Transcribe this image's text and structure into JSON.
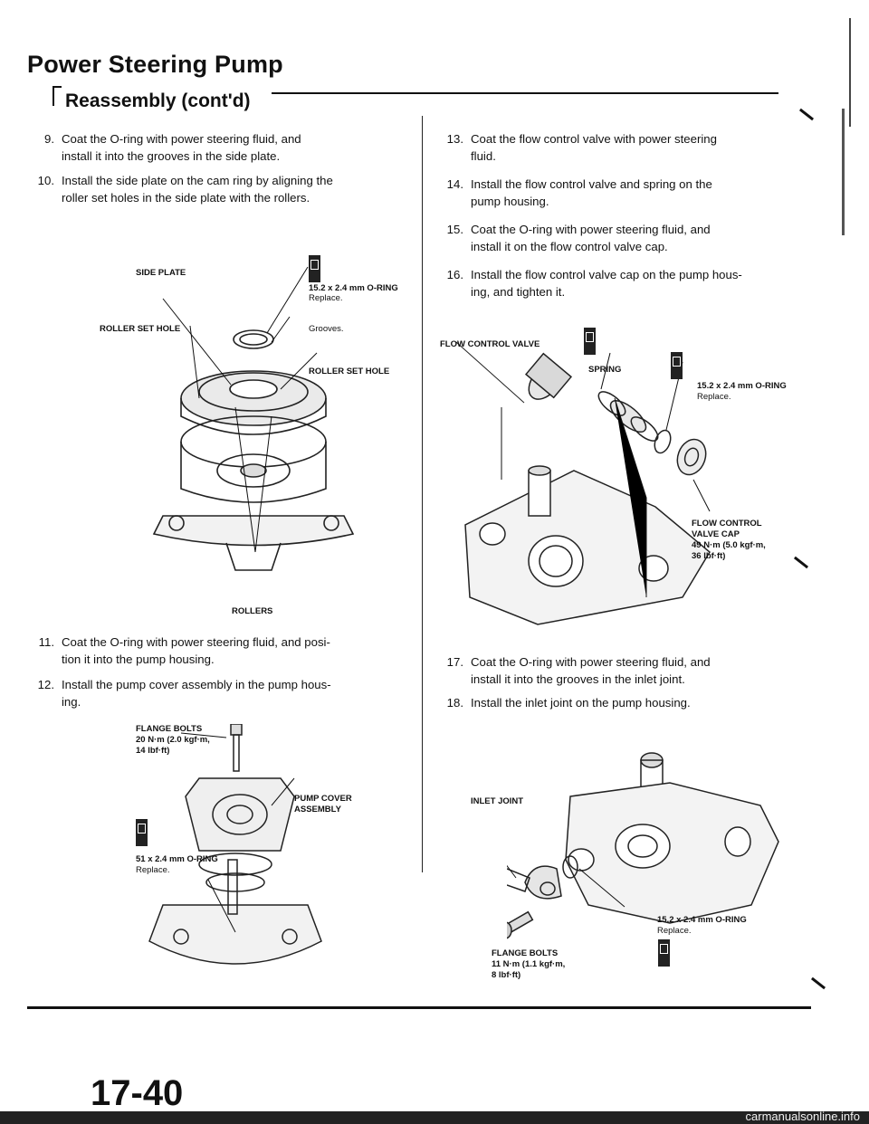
{
  "page": {
    "title": "Power Steering Pump",
    "subtitle": "Reassembly (cont'd)",
    "page_number": "17-40",
    "watermark": "carmanualsonline.info"
  },
  "steps_left_top": [
    {
      "num": "9.",
      "lines": [
        "Coat the O-ring with power steering fluid, and",
        "install it into the grooves in the side plate."
      ]
    },
    {
      "num": "10.",
      "lines": [
        "Install the side plate on the cam ring by aligning the",
        "roller set holes in the side plate with the rollers."
      ]
    }
  ],
  "steps_left_bottom": [
    {
      "num": "11.",
      "lines": [
        "Coat the O-ring with power steering fluid, and posi-",
        "tion it into the pump housing."
      ]
    },
    {
      "num": "12.",
      "lines": [
        "Install the pump cover assembly in the pump hous-",
        "ing."
      ]
    }
  ],
  "steps_right_top": [
    {
      "num": "13.",
      "lines": [
        "Coat the flow control valve with power steering",
        "fluid."
      ]
    },
    {
      "num": "14.",
      "lines": [
        "Install the flow control valve and spring on the",
        "pump housing."
      ]
    },
    {
      "num": "15.",
      "lines": [
        "Coat the O-ring with power steering fluid, and",
        "install it on the flow control valve cap."
      ]
    },
    {
      "num": "16.",
      "lines": [
        "Install the flow control valve cap on the pump hous-",
        "ing, and tighten it."
      ]
    }
  ],
  "steps_right_bottom": [
    {
      "num": "17.",
      "lines": [
        "Coat the O-ring with power steering fluid, and",
        "install it into the grooves in the inlet joint."
      ]
    },
    {
      "num": "18.",
      "lines": [
        "Install the inlet joint on the pump housing."
      ]
    }
  ],
  "fig1": {
    "side_plate": "SIDE PLATE",
    "oring": "15.2 x 2.4 mm O-RING",
    "replace": "Replace.",
    "roller_set_hole_left": "ROLLER SET HOLE",
    "grooves": "Grooves.",
    "roller_set_hole_right": "ROLLER SET HOLE",
    "rollers": "ROLLERS"
  },
  "fig2": {
    "flange_bolts": "FLANGE BOLTS",
    "torque1": "20 N·m (2.0 kgf·m,",
    "torque2": "14 lbf·ft)",
    "pump_cover1": "PUMP COVER",
    "pump_cover2": "ASSEMBLY",
    "oring": "51 x 2.4 mm O-RING",
    "replace": "Replace."
  },
  "fig3": {
    "fcv": "FLOW CONTROL VALVE",
    "spring": "SPRING",
    "oring": "15.2 x 2.4 mm O-RING",
    "replace": "Replace.",
    "cap1": "FLOW CONTROL",
    "cap2": "VALVE CAP",
    "cap3": "49 N·m (5.0 kgf·m,",
    "cap4": "36 lbf·ft)"
  },
  "fig4": {
    "inlet_joint": "INLET JOINT",
    "oring": "15.2 x 2.4 mm O-RING",
    "replace": "Replace.",
    "bolts1": "FLANGE BOLTS",
    "bolts2": "11 N·m (1.1 kgf·m,",
    "bolts3": "8 lbf·ft)"
  }
}
